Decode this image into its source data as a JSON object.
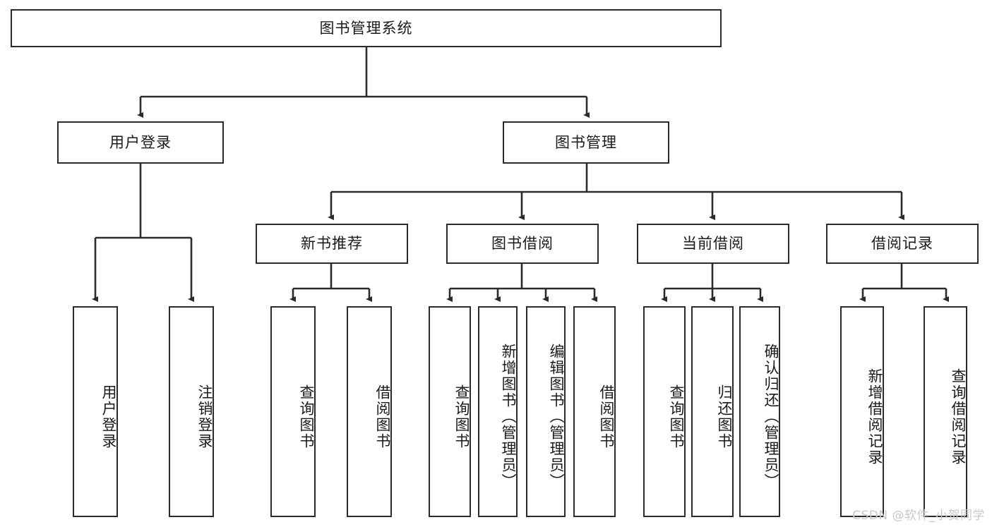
{
  "diagram": {
    "title": "图书管理系统",
    "type": "tree",
    "root": {
      "label": "图书管理系统"
    },
    "level1": [
      {
        "label": "用户登录"
      },
      {
        "label": "图书管理"
      }
    ],
    "level2": [
      {
        "label": "新书推荐"
      },
      {
        "label": "图书借阅"
      },
      {
        "label": "当前借阅"
      },
      {
        "label": "借阅记录"
      }
    ],
    "leaves": [
      {
        "label": "用户登录",
        "parent": "用户登录"
      },
      {
        "label": "注销登录",
        "parent": "用户登录"
      },
      {
        "label": "查询图书",
        "parent": "新书推荐"
      },
      {
        "label": "借阅图书",
        "parent": "新书推荐"
      },
      {
        "label": "查询图书",
        "parent": "图书借阅"
      },
      {
        "label": "新增图书（管理员）",
        "parent": "图书借阅"
      },
      {
        "label": "编辑图书（管理员）",
        "parent": "图书借阅"
      },
      {
        "label": "借阅图书",
        "parent": "图书借阅"
      },
      {
        "label": "查询图书",
        "parent": "当前借阅"
      },
      {
        "label": "归还图书",
        "parent": "当前借阅"
      },
      {
        "label": "确认归还（管理员）",
        "parent": "当前借阅"
      },
      {
        "label": "新增借阅记录",
        "parent": "借阅记录"
      },
      {
        "label": "查询借阅记录",
        "parent": "借阅记录"
      }
    ]
  },
  "watermark": {
    "text": "CSDN @软件_小贺同学"
  },
  "colors": {
    "box_border": "#2b2b2b",
    "text": "#1a1a1a",
    "line": "#2b2b2b",
    "background": "#ffffff",
    "watermark": "#c9c9c9"
  }
}
